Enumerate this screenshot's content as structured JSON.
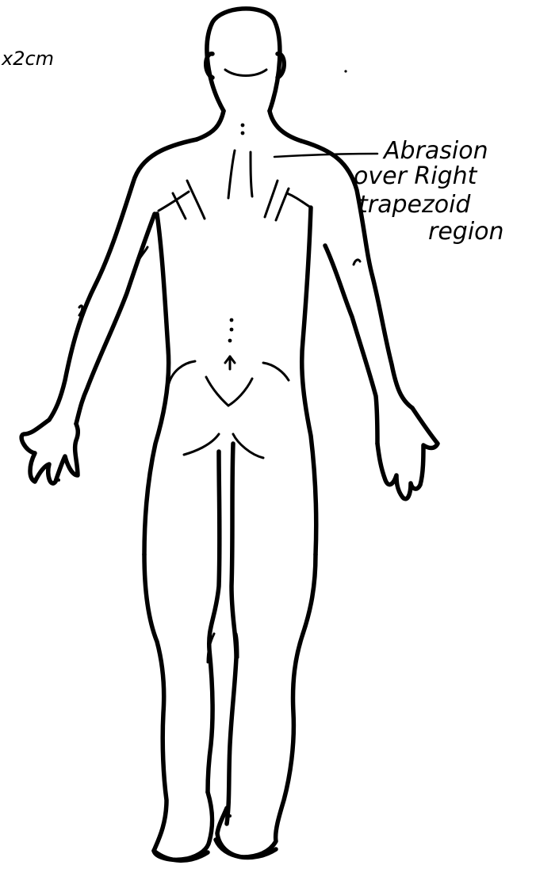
{
  "annotations": {
    "measurement_fragment": "x2cm",
    "abrasion_line1": "Abrasion",
    "abrasion_line2": "over Right",
    "abrasion_line3": "trapezoid",
    "abrasion_line4": "region"
  },
  "colors": {
    "ink": "#000000",
    "paper": "#ffffff"
  }
}
